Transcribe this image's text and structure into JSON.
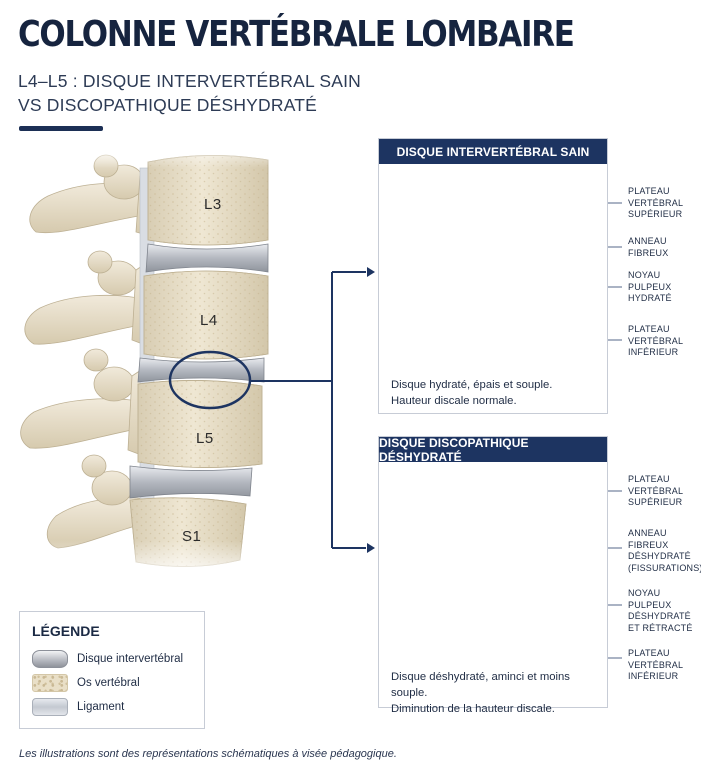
{
  "title": "COLONNE VERTÉBRALE LOMBAIRE",
  "subtitle": {
    "line1": "L4–L5 : DISQUE INTERVERTÉBRAL SAIN",
    "line2": "VS DISCOPATHIQUE DÉSHYDRATÉ"
  },
  "spine": {
    "vertebrae": [
      "L3",
      "L4",
      "L5",
      "S1"
    ]
  },
  "panels": {
    "healthy": {
      "header": "DISQUE INTERVERTÉBRAL SAIN",
      "caption": [
        "Disque hydraté, épais et souple.",
        "Hauteur discale normale."
      ],
      "labels": [
        [
          "PLATEAU",
          "VERTÉBRAL",
          "SUPÉRIEUR"
        ],
        [
          "ANNEAU",
          "FIBREUX"
        ],
        [
          "NOYAU",
          "PULPEUX",
          "HYDRATÉ"
        ],
        [
          "PLATEAU",
          "VERTÉBRAL",
          "INFÉRIEUR"
        ]
      ]
    },
    "degenerated": {
      "header": "DISQUE DISCOPATHIQUE DÉSHYDRATÉ",
      "caption": [
        "Disque déshydraté, aminci et moins souple.",
        "Diminution de la hauteur discale."
      ],
      "labels": [
        [
          "PLATEAU",
          "VERTÉBRAL",
          "SUPÉRIEUR"
        ],
        [
          "ANNEAU",
          "FIBREUX",
          "DÉSHYDRATÉ",
          "(FISSURATIONS)"
        ],
        [
          "NOYAU",
          "PULPEUX",
          "DÉSHYDRATÉ",
          "ET RÉTRACTÉ"
        ],
        [
          "PLATEAU",
          "VERTÉBRAL",
          "INFÉRIEUR"
        ]
      ]
    }
  },
  "legend": {
    "title": "LÉGENDE",
    "items": [
      "Disque intervertébral",
      "Os vertébral",
      "Ligament"
    ]
  },
  "footnote": "Les illustrations sont des représentations schématiques à visée pédagogique.",
  "colors": {
    "navy": "#1d3461",
    "bone": "#e9dfc7",
    "disc": "#c2c5cc"
  }
}
